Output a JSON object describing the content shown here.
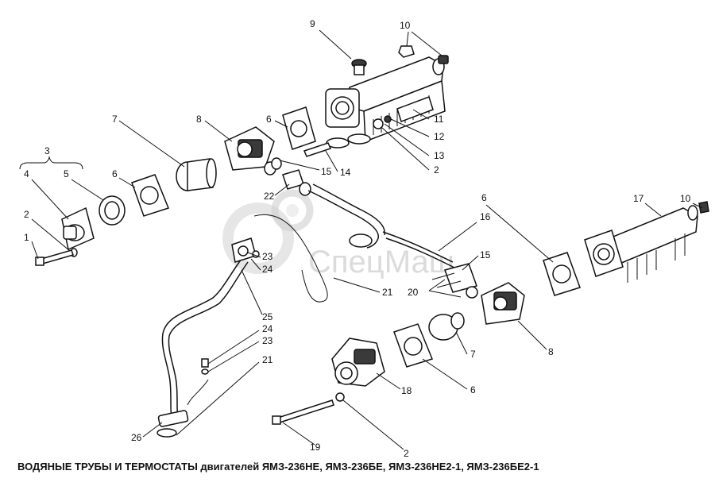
{
  "caption": "ВОДЯНЫЕ ТРУБЫ И ТЕРМОСТАТЫ двигателей ЯМЗ-236НЕ, ЯМЗ-236БЕ, ЯМЗ-236НЕ2-1, ЯМЗ-236БЕ2-1",
  "watermark": "СпецМаш",
  "callouts": [
    {
      "id": "c9",
      "text": "9"
    },
    {
      "id": "c10a",
      "text": "10"
    },
    {
      "id": "c11",
      "text": "11"
    },
    {
      "id": "c12",
      "text": "12"
    },
    {
      "id": "c13",
      "text": "13"
    },
    {
      "id": "c2a",
      "text": "2"
    },
    {
      "id": "c14",
      "text": "14"
    },
    {
      "id": "c15a",
      "text": "15"
    },
    {
      "id": "c6a",
      "text": "6"
    },
    {
      "id": "c8a",
      "text": "8"
    },
    {
      "id": "c7a",
      "text": "7"
    },
    {
      "id": "c22",
      "text": "22"
    },
    {
      "id": "c3",
      "text": "3"
    },
    {
      "id": "c4",
      "text": "4"
    },
    {
      "id": "c5",
      "text": "5"
    },
    {
      "id": "c6b",
      "text": "6"
    },
    {
      "id": "c2b",
      "text": "2"
    },
    {
      "id": "c1",
      "text": "1"
    },
    {
      "id": "c23a",
      "text": "23"
    },
    {
      "id": "c24a",
      "text": "24"
    },
    {
      "id": "c25",
      "text": "25"
    },
    {
      "id": "c24b",
      "text": "24"
    },
    {
      "id": "c23b",
      "text": "23"
    },
    {
      "id": "c21a",
      "text": "21"
    },
    {
      "id": "c26",
      "text": "26"
    },
    {
      "id": "c21b",
      "text": "21"
    },
    {
      "id": "c16",
      "text": "16"
    },
    {
      "id": "c15b",
      "text": "15"
    },
    {
      "id": "c20",
      "text": "20"
    },
    {
      "id": "c6c",
      "text": "6"
    },
    {
      "id": "c17",
      "text": "17"
    },
    {
      "id": "c10b",
      "text": "10"
    },
    {
      "id": "c8b",
      "text": "8"
    },
    {
      "id": "c7b",
      "text": "7"
    },
    {
      "id": "c6d",
      "text": "6"
    },
    {
      "id": "c18",
      "text": "18"
    },
    {
      "id": "c19",
      "text": "19"
    },
    {
      "id": "c2c",
      "text": "2"
    }
  ]
}
